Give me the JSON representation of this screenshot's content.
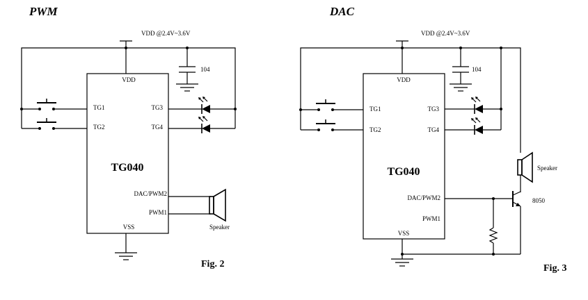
{
  "left": {
    "title": "PWM",
    "vdd_note": "VDD @2.4V~3.6V",
    "cap_value": "104",
    "chip_name": "TG040",
    "pins": {
      "vdd": "VDD",
      "vss": "VSS",
      "tg1": "TG1",
      "tg2": "TG2",
      "tg3": "TG3",
      "tg4": "TG4",
      "dac_pwm2": "DAC/PWM2",
      "pwm1": "PWM1"
    },
    "speaker_label": "Speaker",
    "figure": "Fig. 2"
  },
  "right": {
    "title": "DAC",
    "vdd_note": "VDD @2.4V~3.6V",
    "cap_value": "104",
    "chip_name": "TG040",
    "pins": {
      "vdd": "VDD",
      "vss": "VSS",
      "tg1": "TG1",
      "tg2": "TG2",
      "tg3": "TG3",
      "tg4": "TG4",
      "dac_pwm2": "DAC/PWM2",
      "pwm1": "PWM1"
    },
    "speaker_label": "Speaker",
    "transistor_label": "8050",
    "figure": "Fig. 3"
  }
}
